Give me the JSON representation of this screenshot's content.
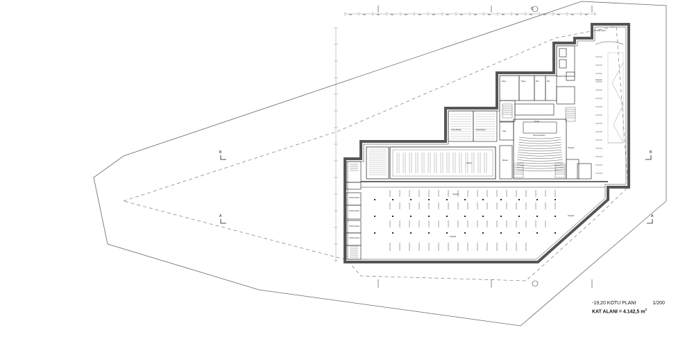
{
  "title": {
    "plan_name": "-19,20 KOTU PLANI",
    "scale": "1/200",
    "area_prefix": "KAT ALANI = 4.142,5 m",
    "area_unit_power": "2"
  },
  "section_markers": {
    "a": "A",
    "b": "B",
    "c": "C"
  },
  "dimension_labels": [
    "300",
    "500",
    "800",
    "800",
    "800",
    "800",
    "800",
    "800",
    "800",
    "800",
    "800",
    "800",
    "800",
    "800",
    "800",
    "800",
    "800",
    "800"
  ],
  "room_labels": {
    "teknik": "Teknik Hacim",
    "otopark": "Otopark",
    "sinema": "Sinema Salonu",
    "fuaye": "Fuaye",
    "depo": "Depo",
    "wc": "WC",
    "kafe": "Kafe",
    "mekan": "Mekan",
    "ortak": "Ortak Mekan"
  },
  "colors": {
    "ink": "#222222",
    "wall": "#555555",
    "hatch": "#888888",
    "background": "#ffffff"
  }
}
